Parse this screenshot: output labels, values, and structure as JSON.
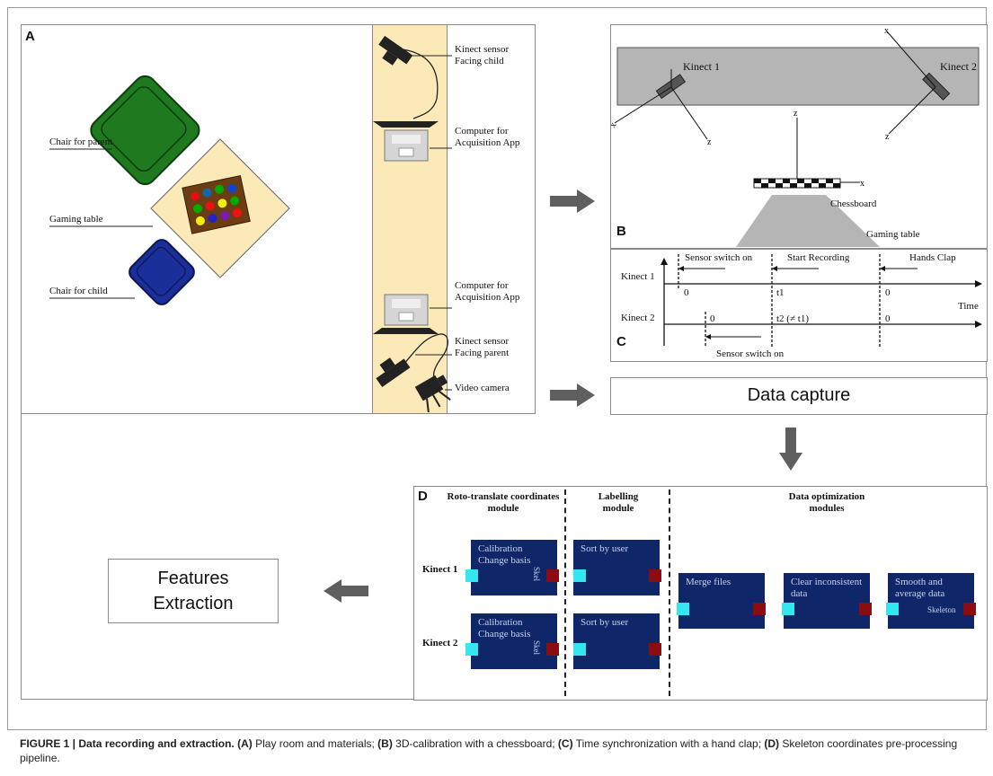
{
  "panelA": {
    "label": "A",
    "chair_parent": "Chair for parent",
    "gaming_table": "Gaming table",
    "chair_child": "Chair for child",
    "kinect_child_1": "Kinect sensor",
    "kinect_child_2": "Facing child",
    "computer_top_1": "Computer for",
    "computer_top_2": "Acquisition App",
    "computer_bottom_1": "Computer for",
    "computer_bottom_2": "Acquisition App",
    "kinect_parent_1": "Kinect sensor",
    "kinect_parent_2": "Facing parent",
    "video_camera": "Video camera"
  },
  "panelB": {
    "label": "B",
    "kinect1": "Kinect 1",
    "kinect2": "Kinect 2",
    "chessboard": "Chessboard",
    "gaming_table": "Gaming table",
    "axis_x": "x",
    "axis_z": "z"
  },
  "panelC": {
    "label": "C",
    "sensor_switch_on_top": "Sensor switch on",
    "start_recording": "Start Recording",
    "hands_clap": "Hands Clap",
    "kinect1": "Kinect 1",
    "kinect2": "Kinect 2",
    "time": "Time",
    "zero": "0",
    "t1": "t1",
    "t2": "t2 (≠ t1)",
    "sensor_switch_on_bottom": "Sensor switch on"
  },
  "data_capture": "Data capture",
  "features_extraction_1": "Features",
  "features_extraction_2": "Extraction",
  "panelD": {
    "label": "D",
    "roto_header_1": "Roto-translate coordinates",
    "roto_header_2": "module",
    "labelling_header_1": "Labelling",
    "labelling_header_2": "module",
    "opt_header_1": "Data optimization",
    "opt_header_2": "modules",
    "kinect1": "Kinect 1",
    "kinect2": "Kinect 2",
    "calib1": "Calibration\nChange basis",
    "calib2": "Calibration\nChange basis",
    "skel_tag": "Skel",
    "sort1": "Sort by user",
    "sort2": "Sort by user",
    "merge": "Merge files",
    "clear": "Clear inconsistent\ndata",
    "smooth": "Smooth and\naverage data",
    "skeleton_tag": "Skeleton"
  },
  "caption": {
    "prefix": "FIGURE 1 | Data recording and extraction.",
    "a_tag": "(A)",
    "a_text": " Play room and materials; ",
    "b_tag": "(B)",
    "b_text": " 3D-calibration with a chessboard; ",
    "c_tag": "(C)",
    "c_text": " Time synchronization with a hand clap; ",
    "d_tag": "(D)",
    "d_text": " Skeleton coordinates pre-processing pipeline."
  },
  "colors": {
    "room_bg": "#fce9b8",
    "chair_parent": "#1f7a1f",
    "chair_child": "#1a2f9a",
    "node_bg": "#0f2669",
    "in_port": "#36e6ee",
    "out_port": "#8b0d12",
    "arrow": "#5f5f5f",
    "grey_band": "#b5b5b5"
  }
}
